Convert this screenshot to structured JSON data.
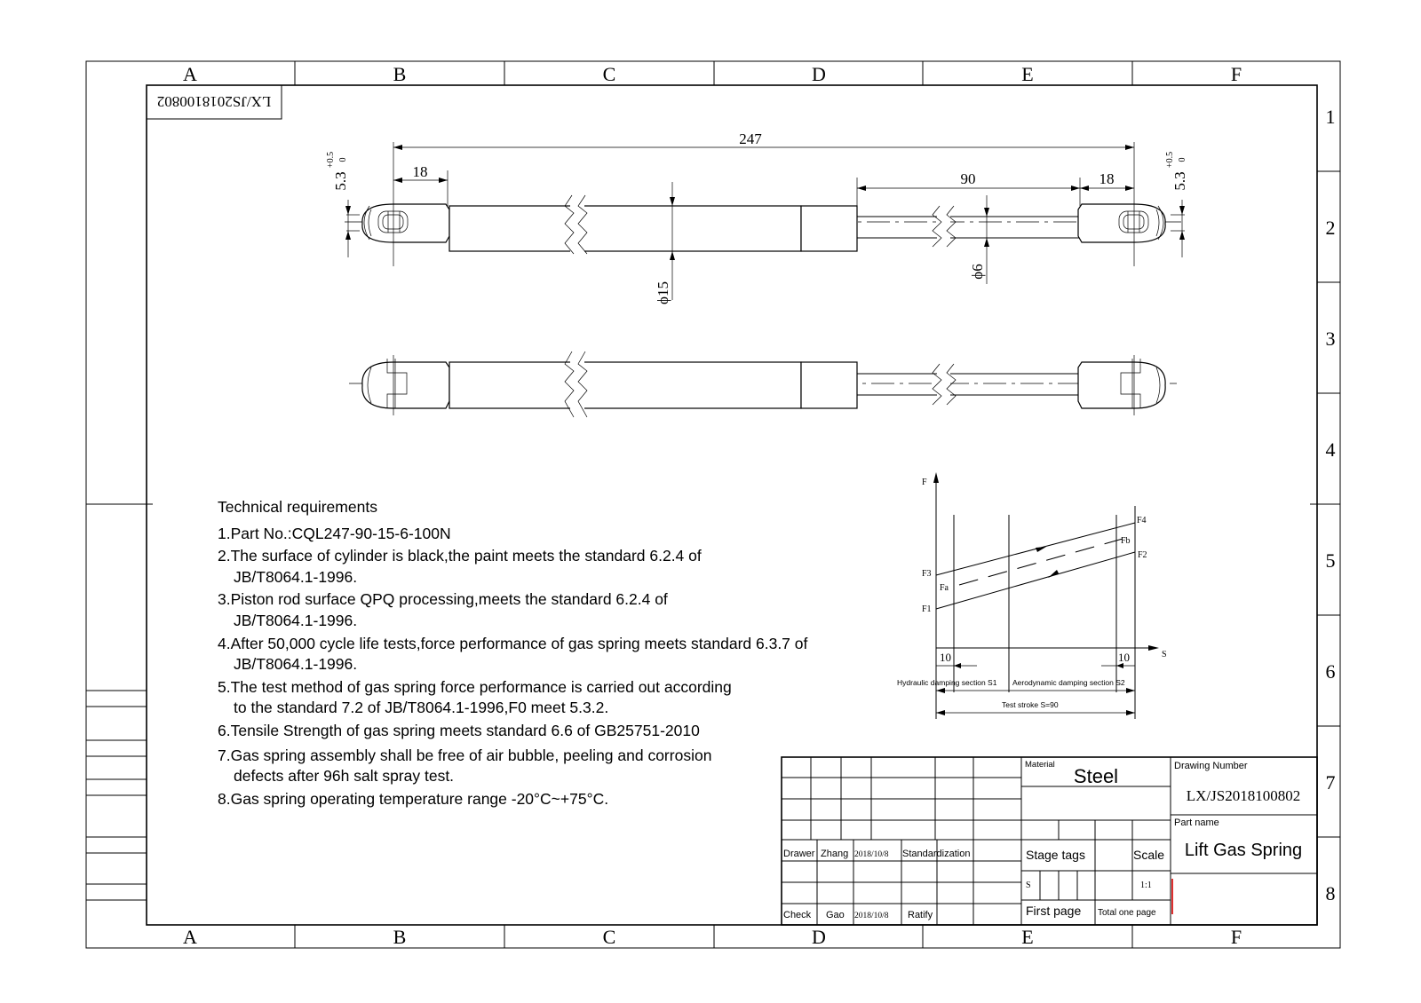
{
  "frame": {
    "columns": [
      "A",
      "B",
      "C",
      "D",
      "E",
      "F"
    ],
    "rows": [
      "1",
      "2",
      "3",
      "4",
      "5",
      "6",
      "7",
      "8"
    ],
    "top_left_code": "LX/JS2018100802"
  },
  "drawing": {
    "dim_overall": "247",
    "dim_end_left": "18",
    "dim_end_right": "18",
    "dim_stroke": "90",
    "dim_hole_left": "5.3",
    "tol_hole_left_upper": "+0.5",
    "tol_hole_left_lower": "0",
    "dim_hole_right": "5.3",
    "tol_hole_right_upper": "+0.5",
    "tol_hole_right_lower": "0",
    "dim_cylinder_dia": "ϕ15",
    "dim_rod_dia": "ϕ6"
  },
  "force_chart": {
    "y_axis_label": "F",
    "x_axis_label": "S",
    "labels": {
      "f1": "F1",
      "f2": "F2",
      "f3": "F3",
      "f4": "F4",
      "fa": "Fa",
      "fb": "Fb",
      "ten_left": "10",
      "ten_right": "10",
      "section_s1": "Hydraulic damping section S1",
      "section_s2": "Aerodynamic damping section S2",
      "test_stroke": "Test stroke S=90"
    }
  },
  "technical": {
    "heading": "Technical requirements",
    "items": [
      "1.Part No.:CQL247-90-15-6-100N",
      "2.The surface of cylinder is black,the paint meets the standard 6.2.4 of JB/T8064.1-1996.",
      "3.Piston rod surface QPQ processing,meets the standard 6.2.4 of JB/T8064.1-1996.",
      "4.After 50,000 cycle life tests,force performance of gas spring meets standard 6.3.7 of JB/T8064.1-1996.",
      "5.The test method of gas spring force performance is carried out according to the standard 7.2 of JB/T8064.1-1996,F0 meet 5.3.2.",
      "6.Tensile Strength of gas spring meets standard 6.6 of GB25751-2010",
      "7.Gas spring assembly shall be free of air bubble, peeling and corrosion defects after 96h salt spray test.",
      "8.Gas spring operating temperature range -20°C~+75°C."
    ]
  },
  "title_block": {
    "material_label": "Material",
    "material_value": "Steel",
    "drawing_number_label": "Drawing Number",
    "drawing_number_value": "LX/JS2018100802",
    "part_name_label": "Part name",
    "part_name_value": "Lift Gas Spring",
    "drawer_label": "Drawer",
    "drawer_name": "Zhang",
    "drawer_date": "2018/10/8",
    "standardization_label": "Standardization",
    "check_label": "Check",
    "checker_name": "Gao",
    "check_date": "2018/10/8",
    "ratify_label": "Ratify",
    "stage_tags_label": "Stage tags",
    "stage_value": "S",
    "scale_label": "Scale",
    "scale_value": "1:1",
    "first_page_label": "First page",
    "total_pages_label": "Total one page"
  }
}
